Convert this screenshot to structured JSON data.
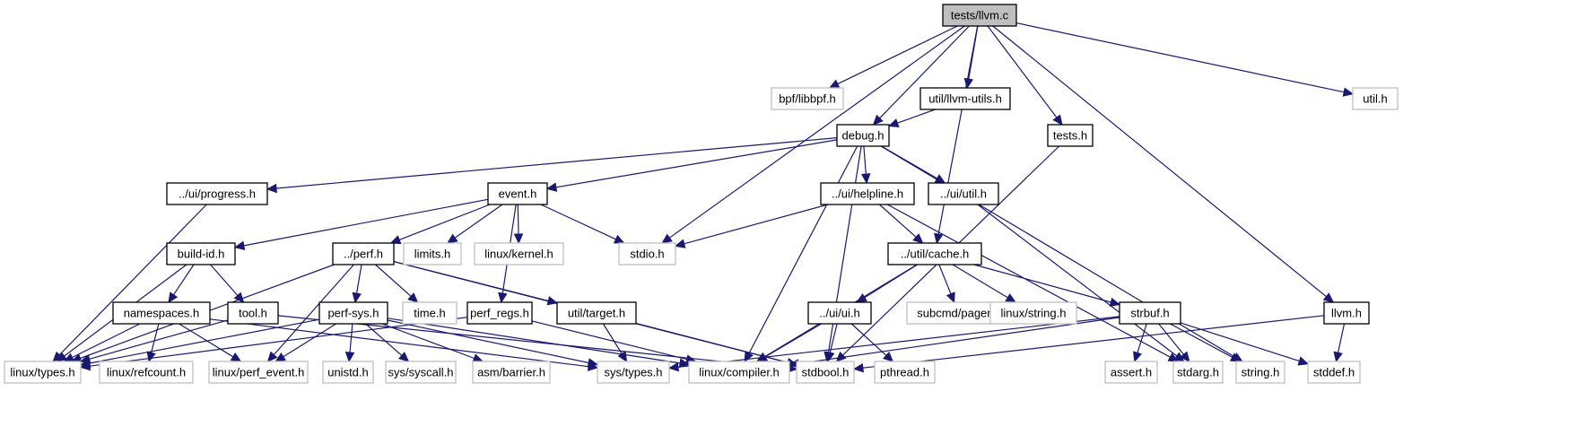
{
  "diagram": {
    "title": "tests/llvm.c",
    "colors": {
      "edge": "#191970",
      "root_fill": "#bfbfbf",
      "documented_border": "#000000",
      "external_border": "#bfbfbf"
    },
    "nodes": [
      {
        "id": "root",
        "label": "tests/llvm.c",
        "kind": "root"
      },
      {
        "id": "libbpf",
        "label": "bpf/libbpf.h",
        "kind": "external"
      },
      {
        "id": "llvmutils",
        "label": "util/llvm-utils.h",
        "kind": "documented"
      },
      {
        "id": "utilh",
        "label": "util.h",
        "kind": "external"
      },
      {
        "id": "debug",
        "label": "debug.h",
        "kind": "documented"
      },
      {
        "id": "tests",
        "label": "tests.h",
        "kind": "documented"
      },
      {
        "id": "progress",
        "label": "../ui/progress.h",
        "kind": "documented"
      },
      {
        "id": "event",
        "label": "event.h",
        "kind": "documented"
      },
      {
        "id": "helpline",
        "label": "../ui/helpline.h",
        "kind": "documented"
      },
      {
        "id": "uiutil",
        "label": "../ui/util.h",
        "kind": "documented"
      },
      {
        "id": "buildid",
        "label": "build-id.h",
        "kind": "documented"
      },
      {
        "id": "perf",
        "label": "../perf.h",
        "kind": "documented"
      },
      {
        "id": "limits",
        "label": "limits.h",
        "kind": "external"
      },
      {
        "id": "kernel",
        "label": "linux/kernel.h",
        "kind": "external"
      },
      {
        "id": "stdio",
        "label": "stdio.h",
        "kind": "external"
      },
      {
        "id": "cache",
        "label": "../util/cache.h",
        "kind": "documented"
      },
      {
        "id": "namespaces",
        "label": "namespaces.h",
        "kind": "documented"
      },
      {
        "id": "tool",
        "label": "tool.h",
        "kind": "documented"
      },
      {
        "id": "perfsys",
        "label": "perf-sys.h",
        "kind": "documented"
      },
      {
        "id": "time",
        "label": "time.h",
        "kind": "external"
      },
      {
        "id": "perfregs",
        "label": "perf_regs.h",
        "kind": "documented"
      },
      {
        "id": "target",
        "label": "util/target.h",
        "kind": "documented"
      },
      {
        "id": "uiui",
        "label": "../ui/ui.h",
        "kind": "documented"
      },
      {
        "id": "pager",
        "label": "subcmd/pager.h",
        "kind": "external"
      },
      {
        "id": "lstring",
        "label": "linux/string.h",
        "kind": "external"
      },
      {
        "id": "strbuf",
        "label": "strbuf.h",
        "kind": "documented"
      },
      {
        "id": "llvmh",
        "label": "llvm.h",
        "kind": "documented"
      },
      {
        "id": "types",
        "label": "linux/types.h",
        "kind": "external"
      },
      {
        "id": "refcount",
        "label": "linux/refcount.h",
        "kind": "external"
      },
      {
        "id": "perfevent",
        "label": "linux/perf_event.h",
        "kind": "external"
      },
      {
        "id": "unistd",
        "label": "unistd.h",
        "kind": "external"
      },
      {
        "id": "syscall",
        "label": "sys/syscall.h",
        "kind": "external"
      },
      {
        "id": "barrier",
        "label": "asm/barrier.h",
        "kind": "external"
      },
      {
        "id": "systypes",
        "label": "sys/types.h",
        "kind": "external"
      },
      {
        "id": "compiler",
        "label": "linux/compiler.h",
        "kind": "external"
      },
      {
        "id": "stdbool",
        "label": "stdbool.h",
        "kind": "external"
      },
      {
        "id": "pthread",
        "label": "pthread.h",
        "kind": "external"
      },
      {
        "id": "assert",
        "label": "assert.h",
        "kind": "external"
      },
      {
        "id": "stdarg",
        "label": "stdarg.h",
        "kind": "external"
      },
      {
        "id": "string",
        "label": "string.h",
        "kind": "external"
      },
      {
        "id": "stddef",
        "label": "stddef.h",
        "kind": "external"
      }
    ],
    "edges": [
      [
        "root",
        "libbpf"
      ],
      [
        "root",
        "llvmutils"
      ],
      [
        "root",
        "utilh"
      ],
      [
        "root",
        "debug"
      ],
      [
        "root",
        "tests"
      ],
      [
        "root",
        "stdio"
      ],
      [
        "root",
        "cache"
      ],
      [
        "root",
        "llvmh"
      ],
      [
        "llvmutils",
        "debug"
      ],
      [
        "debug",
        "progress"
      ],
      [
        "debug",
        "event"
      ],
      [
        "debug",
        "helpline"
      ],
      [
        "debug",
        "uiutil"
      ],
      [
        "debug",
        "compiler"
      ],
      [
        "debug",
        "stdbool"
      ],
      [
        "debug",
        "string"
      ],
      [
        "tests",
        "stdbool"
      ],
      [
        "progress",
        "types"
      ],
      [
        "event",
        "buildid"
      ],
      [
        "event",
        "perf"
      ],
      [
        "event",
        "limits"
      ],
      [
        "event",
        "kernel"
      ],
      [
        "event",
        "stdio"
      ],
      [
        "event",
        "perfregs"
      ],
      [
        "helpline",
        "stdio"
      ],
      [
        "helpline",
        "cache"
      ],
      [
        "helpline",
        "stdarg"
      ],
      [
        "uiutil",
        "stdarg"
      ],
      [
        "buildid",
        "namespaces"
      ],
      [
        "buildid",
        "tool"
      ],
      [
        "buildid",
        "types"
      ],
      [
        "perf",
        "types"
      ],
      [
        "perf",
        "perfevent"
      ],
      [
        "perf",
        "perfsys"
      ],
      [
        "perf",
        "time"
      ],
      [
        "perf",
        "target"
      ],
      [
        "perf",
        "stdbool"
      ],
      [
        "cache",
        "uiui"
      ],
      [
        "cache",
        "pager"
      ],
      [
        "cache",
        "lstring"
      ],
      [
        "cache",
        "strbuf"
      ],
      [
        "cache",
        "compiler"
      ],
      [
        "namespaces",
        "types"
      ],
      [
        "namespaces",
        "refcount"
      ],
      [
        "namespaces",
        "perfevent"
      ],
      [
        "namespaces",
        "systypes"
      ],
      [
        "tool",
        "types"
      ],
      [
        "tool",
        "stdbool"
      ],
      [
        "perfsys",
        "types"
      ],
      [
        "perfsys",
        "perfevent"
      ],
      [
        "perfsys",
        "unistd"
      ],
      [
        "perfsys",
        "syscall"
      ],
      [
        "perfsys",
        "barrier"
      ],
      [
        "perfsys",
        "compiler"
      ],
      [
        "perfsys",
        "systypes"
      ],
      [
        "perfregs",
        "types"
      ],
      [
        "perfregs",
        "compiler"
      ],
      [
        "target",
        "systypes"
      ],
      [
        "target",
        "stdbool"
      ],
      [
        "uiui",
        "compiler"
      ],
      [
        "uiui",
        "stdbool"
      ],
      [
        "uiui",
        "pthread"
      ],
      [
        "strbuf",
        "assert"
      ],
      [
        "strbuf",
        "stdarg"
      ],
      [
        "strbuf",
        "string"
      ],
      [
        "strbuf",
        "stddef"
      ],
      [
        "strbuf",
        "systypes"
      ],
      [
        "strbuf",
        "compiler"
      ],
      [
        "llvmh",
        "stdbool"
      ],
      [
        "llvmh",
        "stddef"
      ]
    ]
  }
}
